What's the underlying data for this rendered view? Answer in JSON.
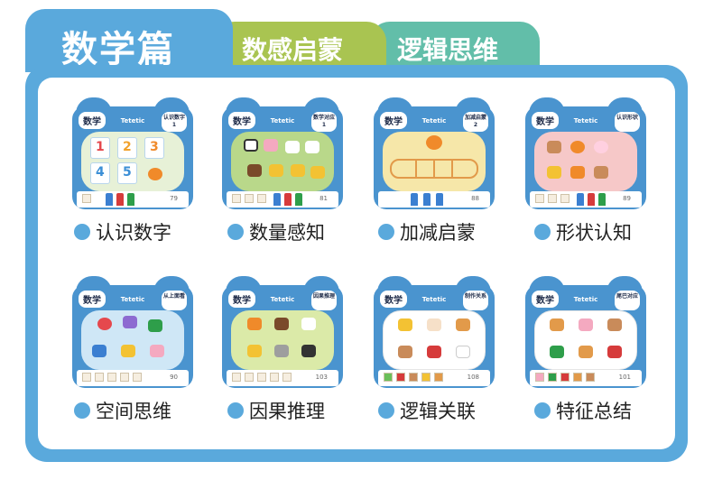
{
  "header": {
    "title": "数学篇",
    "tabs": [
      {
        "label": "数感启蒙"
      },
      {
        "label": "逻辑思维"
      }
    ]
  },
  "colors": {
    "primary_blue": "#5aa9dc",
    "tab_green": "#a9c451",
    "tab_teal": "#62bea9"
  },
  "cards": [
    {
      "tag": "数学",
      "brand": "Tetetic",
      "subject": "认识数字1",
      "page": "79",
      "caption": "认识数字"
    },
    {
      "tag": "数学",
      "brand": "Tetetic",
      "subject": "数学对应1",
      "page": "81",
      "caption": "数量感知"
    },
    {
      "tag": "数学",
      "brand": "Tetetic",
      "subject": "加减启蒙2",
      "page": "88",
      "caption": "加减启蒙"
    },
    {
      "tag": "数学",
      "brand": "Tetetic",
      "subject": "认识形状",
      "page": "89",
      "caption": "形状认知"
    },
    {
      "tag": "数学",
      "brand": "Tetetic",
      "subject": "从上面看",
      "page": "90",
      "caption": "空间思维"
    },
    {
      "tag": "数学",
      "brand": "Tetetic",
      "subject": "因果推理",
      "page": "103",
      "caption": "因果推理"
    },
    {
      "tag": "数学",
      "brand": "Tetetic",
      "subject": "制作关系",
      "page": "108",
      "caption": "逻辑关联"
    },
    {
      "tag": "数学",
      "brand": "Tetetic",
      "subject": "尾巴对应",
      "page": "101",
      "caption": "特征总结"
    }
  ],
  "screen_numbers": [
    "1",
    "2",
    "3",
    "4",
    "5"
  ]
}
